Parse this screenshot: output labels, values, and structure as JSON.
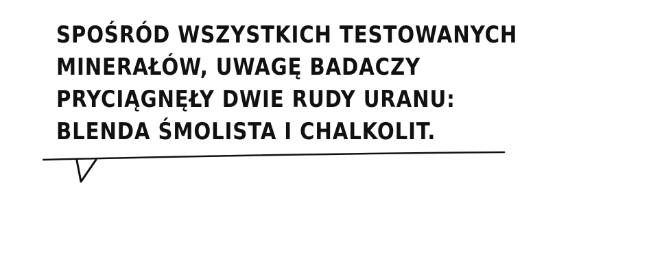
{
  "caption": {
    "lines": [
      "SPOŚRÓD WSZYSTKICH TESTOWANYCH",
      "MINERAŁÓW, UWAGĘ BADACZY",
      "PRYCIĄGNĘŁY DWIE RUDY URANU:",
      "BLENDA ŚMOLISTA I CHALKOLIT."
    ]
  },
  "colors": {
    "ink": "#111111",
    "background": "#ffffff"
  }
}
